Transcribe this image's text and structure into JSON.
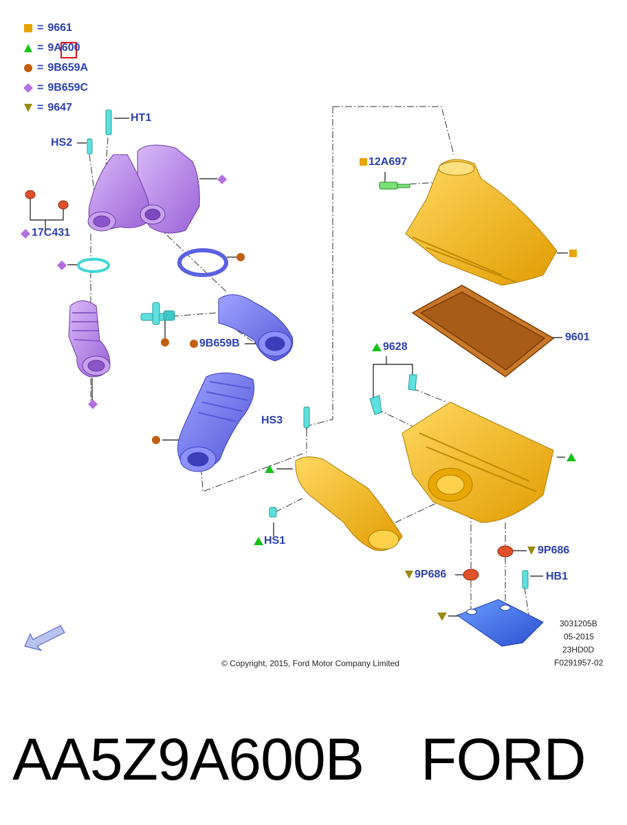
{
  "legend": [
    {
      "code": "9661",
      "symbol": "square",
      "color": "#e8a400",
      "icon": "square-icon"
    },
    {
      "code": "9A600",
      "symbol": "triangle-up",
      "color": "#18c018",
      "icon": "triangle-up-icon"
    },
    {
      "code": "9B659A",
      "symbol": "circle",
      "color": "#c06010",
      "icon": "circle-icon"
    },
    {
      "code": "9B659C",
      "symbol": "diamond",
      "color": "#b070e0",
      "icon": "diamond-icon"
    },
    {
      "code": "9647",
      "symbol": "triangle-down",
      "color": "#9a8a10",
      "icon": "triangle-down-icon"
    }
  ],
  "callouts": {
    "ht1": "HT1",
    "hs2": "HS2",
    "c17c431": "17C431",
    "c12a697": "12A697",
    "c9b659b": "9B659B",
    "c9601": "9601",
    "c9628": "9628",
    "hs3": "HS3",
    "hs1": "HS1",
    "c9p686_right": "9P686",
    "c9p686_left": "9P686",
    "hb1": "HB1"
  },
  "meta": {
    "ref1": "3031205B",
    "ref2": "05-2015",
    "ref3": "23HD0D",
    "ref4": "F0291957-02",
    "copyright": "© Copyright, 2015, Ford Motor Company Limited"
  },
  "title": {
    "part_number": "AA5Z9A600B",
    "brand": "FORD"
  },
  "colors": {
    "callout_text": "#2a3fb0",
    "purple_part": "#b98ae6",
    "blue_part": "#7b7ff0",
    "yellow_part": "#f2b81a",
    "cyan_fastener": "#3fd6d6",
    "red_grommet": "#e0502a",
    "filter_brown": "#c8782a",
    "skid_blue": "#3f6fe8"
  }
}
